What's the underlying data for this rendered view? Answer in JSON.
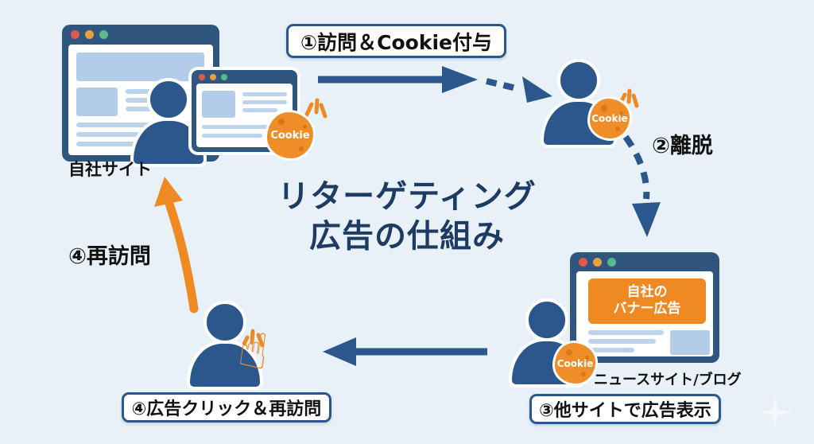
{
  "title": {
    "line1": "リターゲティング",
    "line2": "広告の仕組み"
  },
  "steps": {
    "step1": "①訪問＆Cookie付与",
    "step2": "②離脱",
    "step3": "③他サイトで広告表示",
    "step4_click": "④広告クリック＆再訪問",
    "step4_revisit": "④再訪問"
  },
  "sites": {
    "own_site_label": "自社サイト",
    "news_site_label": "ニュースサイト/ブログ"
  },
  "banner_ad": {
    "line1": "自社の",
    "line2": "バナー広告"
  },
  "cookie_badge_label": "Cookie",
  "colors": {
    "background": "#e9f1f8",
    "primary_blue": "#2b578c",
    "browser_frame_blue": "#2e567f",
    "navy_title": "#1d3b63",
    "accent_orange": "#ef8a22",
    "cookie_orange": "#ef8d28",
    "placeholder_blue": "#b3cce9",
    "dot_red": "#e05a4e",
    "dot_yellow": "#e8a13d",
    "dot_green": "#5bb98b"
  }
}
